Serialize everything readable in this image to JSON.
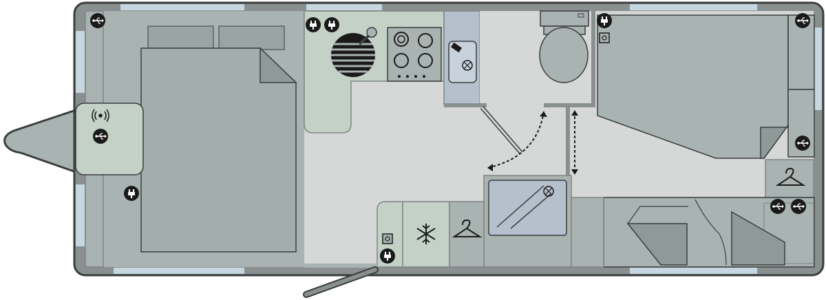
{
  "colors": {
    "background": "#ffffff",
    "wall": "#8a8f8f",
    "wall_outline": "#3a3d3d",
    "floor": "#d6d8d8",
    "furniture": "#a9b3b1",
    "bedding": "#a3aeac",
    "pillow": "#9aa5a3",
    "kitchen_counter": "#c3d1c6",
    "sink": "#b4c0cc",
    "window": "#c6d7e0",
    "icon_bg": "#1a1a1a",
    "icon_fg": "#ffffff",
    "door": "#7f8585",
    "door_swing": "#1a1a1a"
  },
  "icons": {
    "usb": "usb-charging-point-icon",
    "socket": "mains-socket-icon",
    "tv_point": "tv-aerial-point-icon",
    "wifi": "wifi-booster-icon",
    "fridge": "snowflake-fridge-icon",
    "hanger": "coat-hanger-icon",
    "hob": "gas-hob-icon",
    "sink": "sink-tap-icon",
    "toilet": "toilet-icon",
    "shower": "shower-tray-icon",
    "extractor": "extractor-vent-icon"
  },
  "zones": [
    "front-island-bed",
    "kitchen",
    "washroom",
    "rear-lounge",
    "entrance-door",
    "a-frame-hitch"
  ]
}
